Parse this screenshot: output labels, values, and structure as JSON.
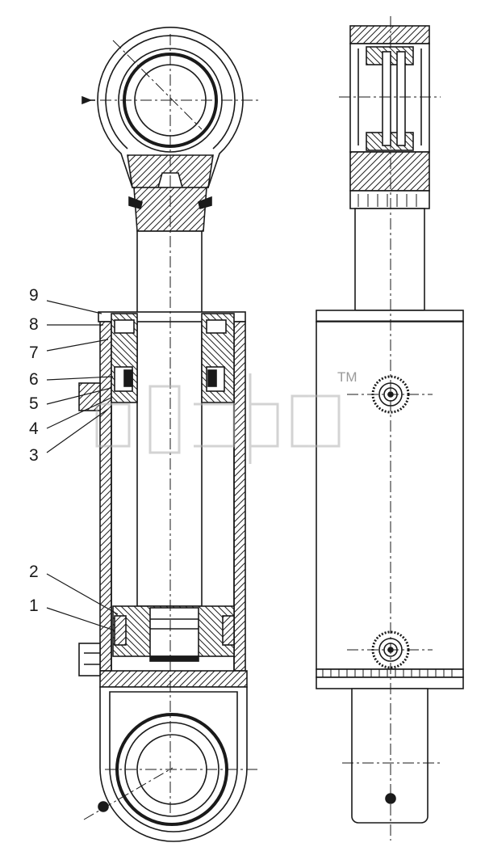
{
  "callouts": [
    "9",
    "8",
    "7",
    "6",
    "5",
    "4",
    "3",
    "2",
    "1"
  ],
  "watermark": {
    "mark": "TM"
  }
}
